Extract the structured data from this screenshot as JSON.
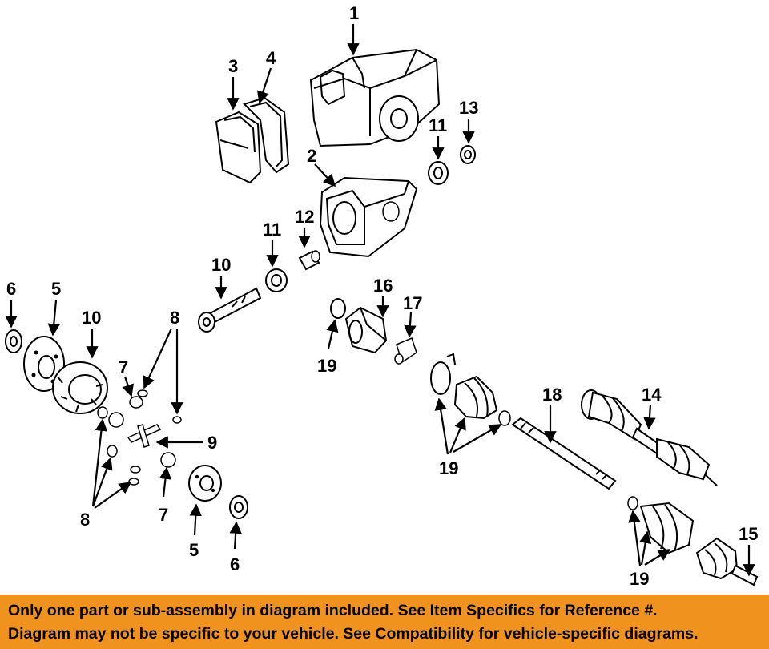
{
  "diagram": {
    "callouts": {
      "c1": "1",
      "c2": "2",
      "c3": "3",
      "c4": "4",
      "c5a": "5",
      "c5b": "5",
      "c6a": "6",
      "c6b": "6",
      "c7a": "7",
      "c7b": "7",
      "c8a": "8",
      "c8b": "8",
      "c9": "9",
      "c10a": "10",
      "c10b": "10",
      "c11a": "11",
      "c11b": "11",
      "c12": "12",
      "c13": "13",
      "c14": "14",
      "c15": "15",
      "c16": "16",
      "c17": "17",
      "c18": "18",
      "c19a": "19",
      "c19b": "19",
      "c19c": "19"
    }
  },
  "banner": {
    "line1": "Only one part or sub-assembly in diagram included. See Item Specifics for Reference #.",
    "line2": "Diagram may not be specific to your vehicle. See Compatibility for vehicle-specific diagrams.",
    "color": "#f0921e"
  }
}
